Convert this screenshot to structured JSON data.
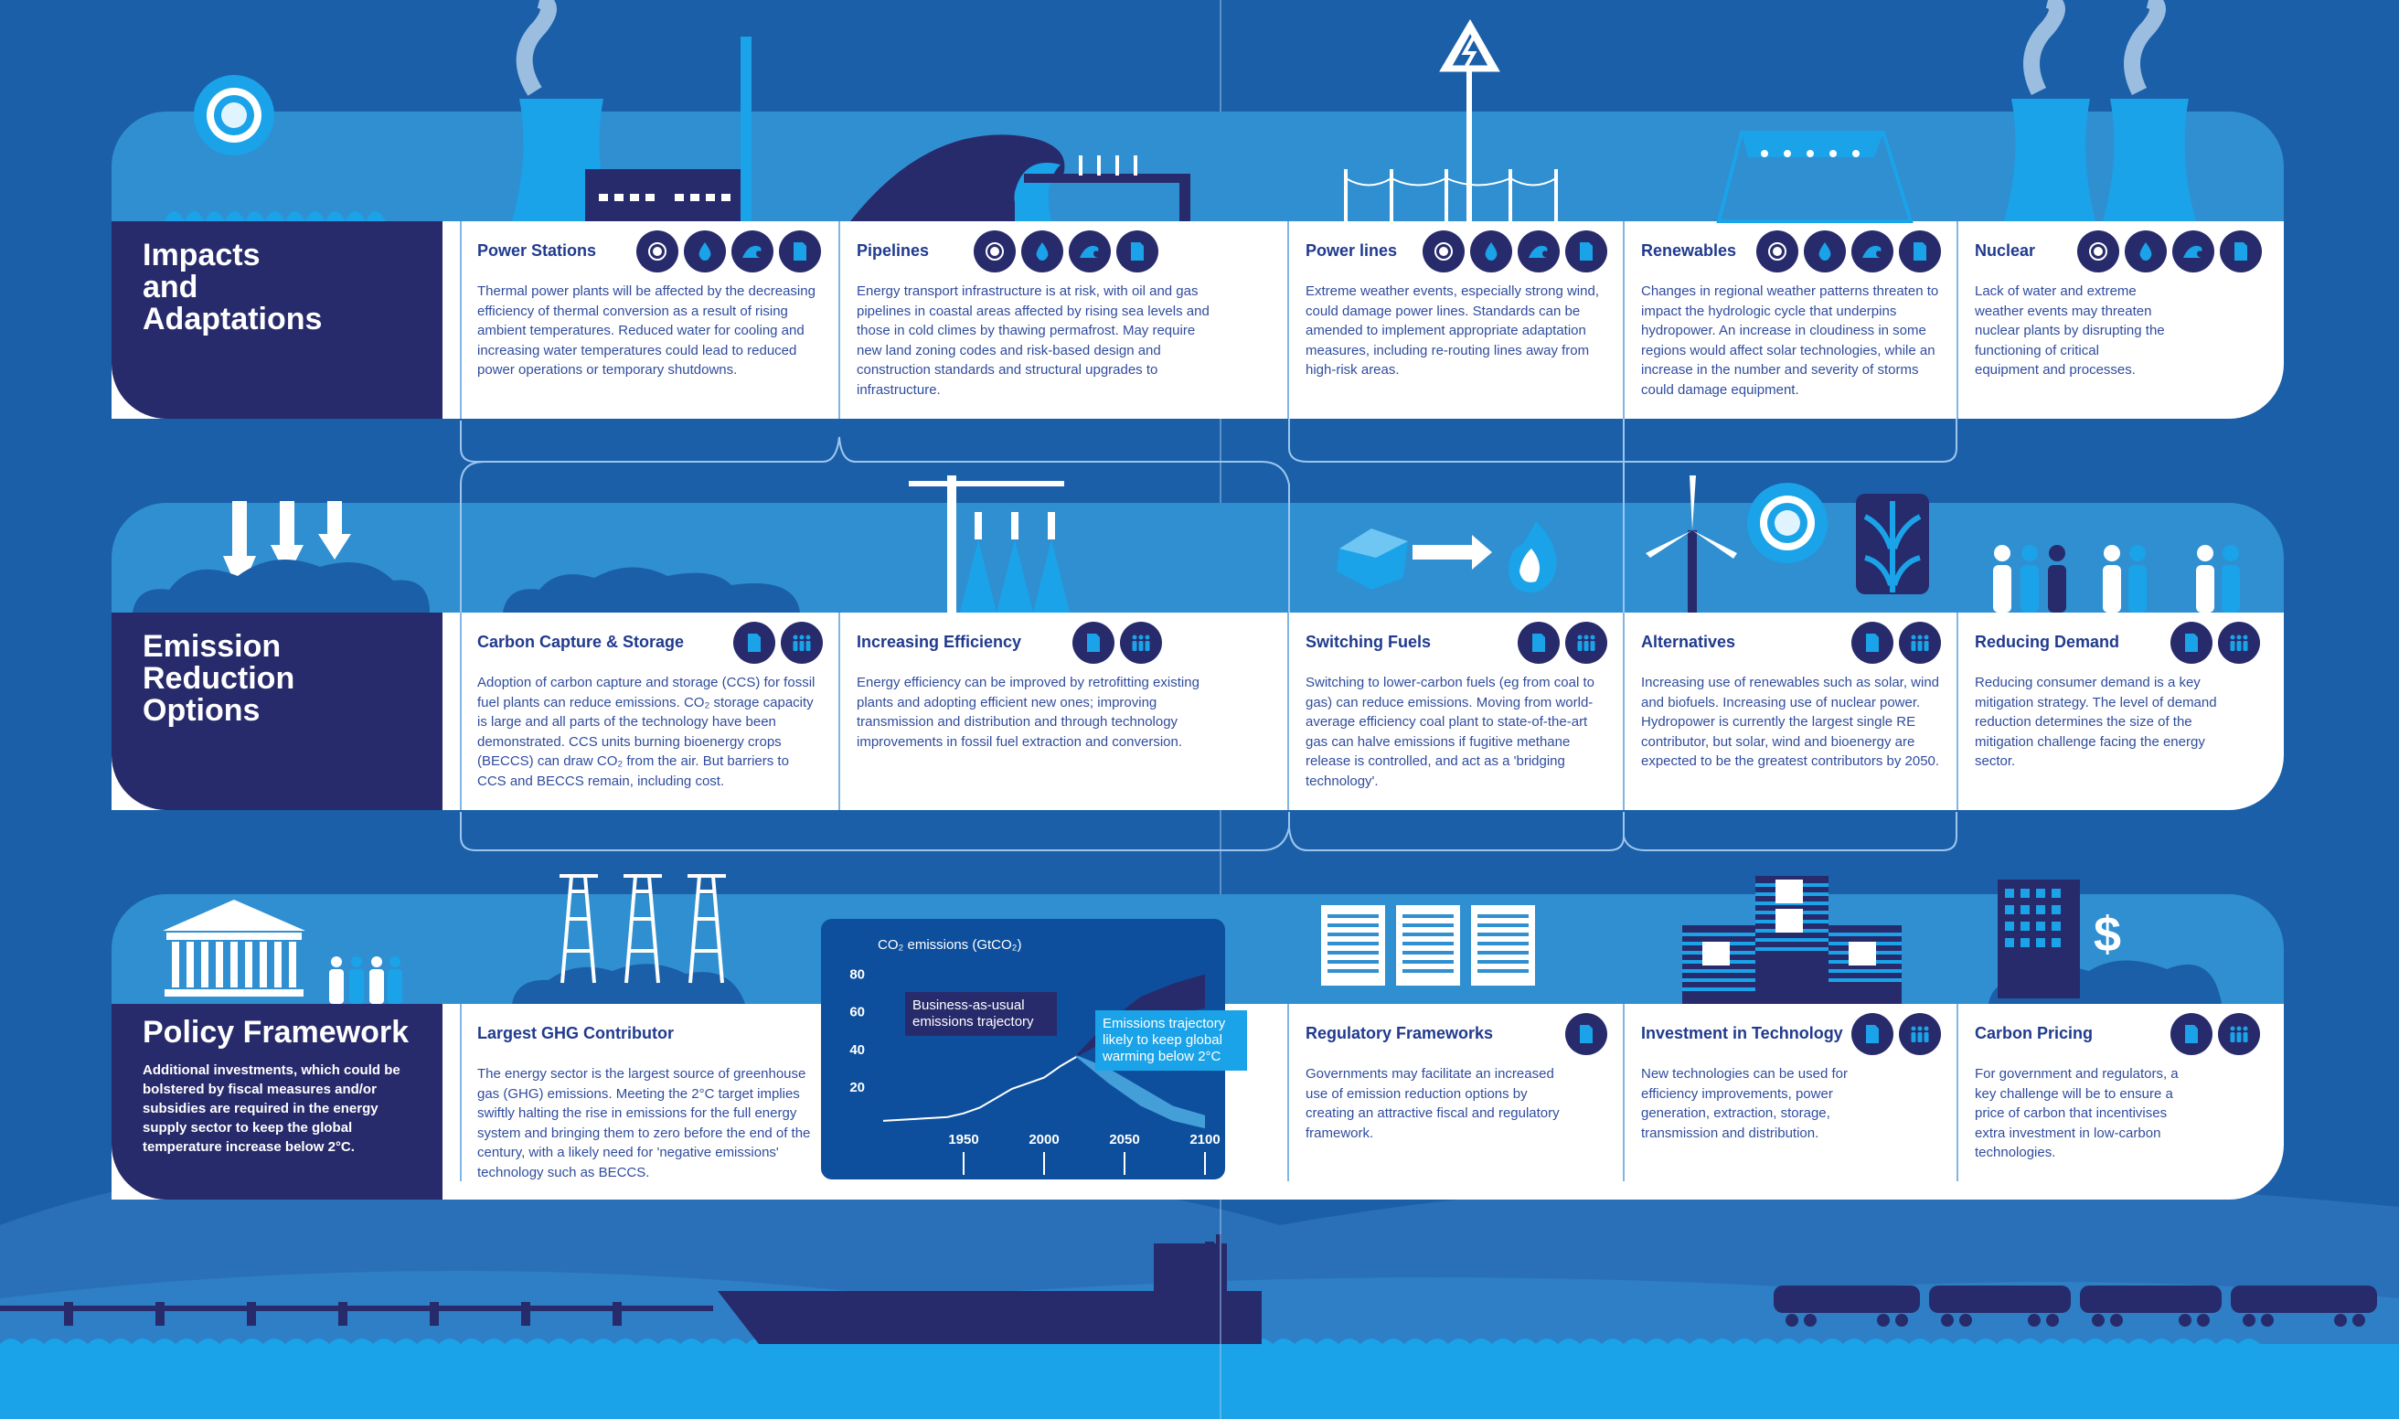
{
  "rows": [
    {
      "title": "Impacts\nand\nAdaptations",
      "cells": [
        {
          "title": "Power Stations",
          "icons": [
            "sun-icon",
            "water-drop-icon",
            "wave-icon",
            "document-icon"
          ],
          "text": "Thermal power plants will be affected by the decreasing efficiency of thermal conversion as a result of rising ambient temperatures. Reduced water for cooling and increasing water temperatures could lead to reduced power operations or temporary shutdowns."
        },
        {
          "title": "Pipelines",
          "icons": [
            "sun-icon",
            "water-drop-icon",
            "wave-icon",
            "document-icon"
          ],
          "text": "Energy transport infrastructure is at risk, with oil and gas pipelines in coastal areas affected by rising sea levels and those in cold climes by thawing permafrost. May require new land zoning codes and risk-based design and construction standards and structural upgrades to infrastructure."
        },
        {
          "title": "Power lines",
          "icons": [
            "sun-icon",
            "water-drop-icon",
            "wave-icon",
            "document-icon"
          ],
          "text": "Extreme weather events, especially strong wind, could damage power lines. Standards can be amended to implement appropriate adaptation measures, including re-routing lines away from high-risk areas."
        },
        {
          "title": "Renewables",
          "icons": [
            "sun-icon",
            "water-drop-icon",
            "wave-icon",
            "document-icon"
          ],
          "text": "Changes in regional weather patterns threaten to impact the hydrologic cycle that underpins hydropower. An increase in cloudiness in some regions would affect solar technologies, while an increase in the number and severity of storms could damage equipment."
        },
        {
          "title": "Nuclear",
          "icons": [
            "sun-icon",
            "water-drop-icon",
            "wave-icon",
            "document-icon"
          ],
          "text": "Lack of water and extreme weather events may threaten nuclear plants by disrupting the functioning of critical equipment and processes."
        }
      ]
    },
    {
      "title": "Emission\nReduction\nOptions",
      "cells": [
        {
          "title": "Carbon Capture & Storage",
          "icons": [
            "document-icon",
            "people-icon"
          ],
          "text": "Adoption of carbon capture and storage (CCS) for fossil fuel plants can reduce emissions. CO₂ storage capacity is large and all parts of the technology have been demonstrated. CCS units burning bioenergy crops (BECCS) can draw CO₂ from the air. But barriers to CCS and BECCS remain, including cost."
        },
        {
          "title": "Increasing Efficiency",
          "icons": [
            "document-icon",
            "people-icon"
          ],
          "text": "Energy efficiency can be improved by retrofitting existing plants and adopting efficient new ones; improving transmission and distribution and through technology improvements in fossil fuel extraction and conversion."
        },
        {
          "title": "Switching Fuels",
          "icons": [
            "document-icon",
            "people-icon"
          ],
          "text": "Switching to lower-carbon fuels (eg from coal to gas) can reduce emissions. Moving from world-average efficiency coal plant to state-of-the-art gas can halve emissions if fugitive methane release is controlled, and act as a 'bridging technology'."
        },
        {
          "title": "Alternatives",
          "icons": [
            "document-icon",
            "people-icon"
          ],
          "text": "Increasing use of renewables such as solar, wind and biofuels. Increasing use of nuclear power. Hydropower is currently the largest single RE contributor, but solar, wind and bioenergy are expected to be the greatest contributors by 2050."
        },
        {
          "title": "Reducing Demand",
          "icons": [
            "document-icon",
            "people-icon"
          ],
          "text": "Reducing consumer demand is a key mitigation strategy. The level of demand reduction determines the size of the mitigation challenge facing the energy sector."
        }
      ]
    },
    {
      "title": "Policy Framework",
      "subtitle": "Additional investments, which could be bolstered by fiscal measures and/or subsidies are required in the energy supply sector to keep the global temperature increase below 2°C.",
      "cells": [
        {
          "title": "Largest GHG Contributor",
          "icons": [],
          "text": "The energy sector is the largest source of greenhouse gas (GHG) emissions. Meeting the 2°C target implies swiftly halting the rise in emissions for the full energy system and bringing them to zero before the end of the century, with a likely need for 'negative emissions' technology such as BECCS."
        },
        {
          "title": "Regulatory Frameworks",
          "icons": [
            "document-icon"
          ],
          "text": "Governments may facilitate an increased use of emission reduction options by creating an attractive fiscal and regulatory framework."
        },
        {
          "title": "Investment in Technology",
          "icons": [
            "document-icon",
            "people-icon"
          ],
          "text": "New technologies can be used for efficiency improvements, power generation, extraction, storage, transmission and distribution."
        },
        {
          "title": "Carbon Pricing",
          "icons": [
            "document-icon",
            "people-icon"
          ],
          "text": "For government and regulators, a key challenge will be to ensure a price of carbon that incentivises extra investment in low-carbon technologies."
        }
      ]
    }
  ],
  "chart_data": {
    "type": "line",
    "title": "CO₂ emissions (GtCO₂)",
    "x_ticks": [
      "1950",
      "2000",
      "2050",
      "2100"
    ],
    "y_ticks": [
      "80",
      "60",
      "40",
      "20"
    ],
    "xlim": [
      1900,
      2100
    ],
    "ylim": [
      0,
      90
    ],
    "series": [
      {
        "x": [
          1900,
          1920,
          1940,
          1950,
          1960,
          1970,
          1980,
          1990,
          2000,
          2010,
          2020
        ],
        "values": [
          2,
          3,
          4,
          6,
          9,
          14,
          19,
          22,
          25,
          31,
          36
        ]
      }
    ],
    "bands": [
      {
        "label": "Business-as-usual emissions trajectory",
        "x": [
          2020,
          2040,
          2060,
          2080,
          2100
        ],
        "low": [
          36,
          45,
          52,
          58,
          62
        ],
        "high": [
          37,
          55,
          68,
          75,
          80
        ]
      },
      {
        "label": "Emissions trajectory likely to keep global warming below 2°C",
        "x": [
          2020,
          2040,
          2060,
          2080,
          2100
        ],
        "low": [
          36,
          22,
          10,
          2,
          -2
        ],
        "high": [
          37,
          30,
          20,
          10,
          5
        ]
      }
    ],
    "annotations": [
      "Business-as-usual emissions trajectory",
      "Emissions trajectory likely to keep global warming below 2°C"
    ]
  },
  "colors": {
    "navy": "#282b6b",
    "blue": "#1a5fa8",
    "band": "#2f8fd1",
    "text": "#2f4c9e",
    "accent": "#1aa3e8"
  }
}
